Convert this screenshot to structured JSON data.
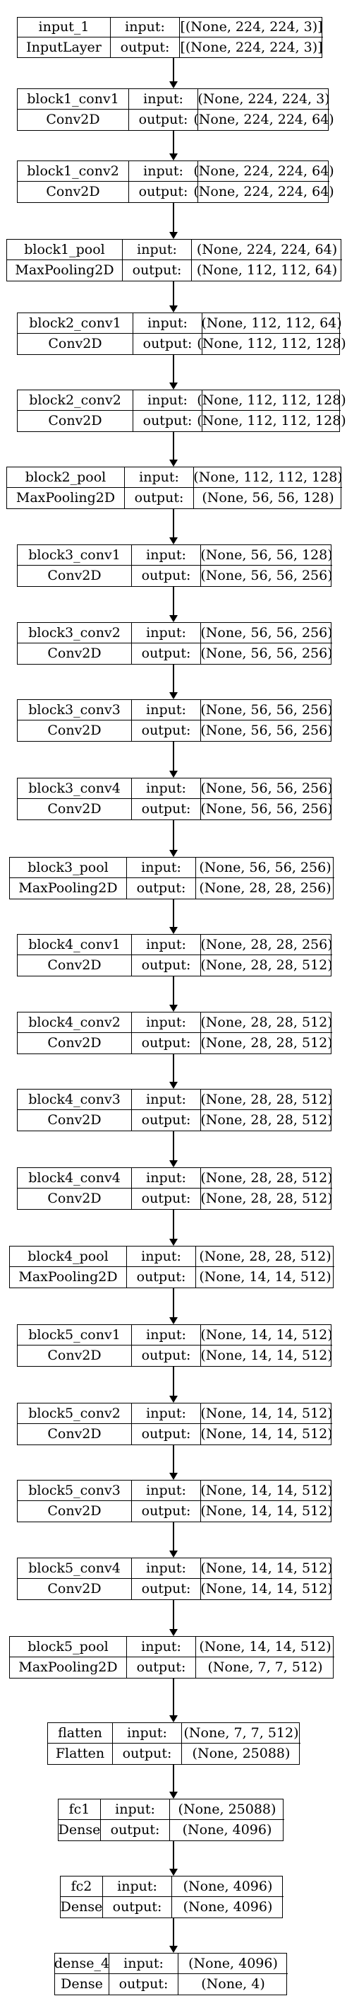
{
  "labels": {
    "input": "input:",
    "output": "output:"
  },
  "layers": [
    {
      "name": "input_1",
      "type": "InputLayer",
      "input": "[(None, 224, 224, 3)]",
      "output": "[(None, 224, 224, 3)]"
    },
    {
      "name": "block1_conv1",
      "type": "Conv2D",
      "input": "(None, 224, 224, 3)",
      "output": "(None, 224, 224, 64)"
    },
    {
      "name": "block1_conv2",
      "type": "Conv2D",
      "input": "(None, 224, 224, 64)",
      "output": "(None, 224, 224, 64)"
    },
    {
      "name": "block1_pool",
      "type": "MaxPooling2D",
      "input": "(None, 224, 224, 64)",
      "output": "(None, 112, 112, 64)"
    },
    {
      "name": "block2_conv1",
      "type": "Conv2D",
      "input": "(None, 112, 112, 64)",
      "output": "(None, 112, 112, 128)"
    },
    {
      "name": "block2_conv2",
      "type": "Conv2D",
      "input": "(None, 112, 112, 128)",
      "output": "(None, 112, 112, 128)"
    },
    {
      "name": "block2_pool",
      "type": "MaxPooling2D",
      "input": "(None, 112, 112, 128)",
      "output": "(None, 56, 56, 128)"
    },
    {
      "name": "block3_conv1",
      "type": "Conv2D",
      "input": "(None, 56, 56, 128)",
      "output": "(None, 56, 56, 256)"
    },
    {
      "name": "block3_conv2",
      "type": "Conv2D",
      "input": "(None, 56, 56, 256)",
      "output": "(None, 56, 56, 256)"
    },
    {
      "name": "block3_conv3",
      "type": "Conv2D",
      "input": "(None, 56, 56, 256)",
      "output": "(None, 56, 56, 256)"
    },
    {
      "name": "block3_conv4",
      "type": "Conv2D",
      "input": "(None, 56, 56, 256)",
      "output": "(None, 56, 56, 256)"
    },
    {
      "name": "block3_pool",
      "type": "MaxPooling2D",
      "input": "(None, 56, 56, 256)",
      "output": "(None, 28, 28, 256)"
    },
    {
      "name": "block4_conv1",
      "type": "Conv2D",
      "input": "(None, 28, 28, 256)",
      "output": "(None, 28, 28, 512)"
    },
    {
      "name": "block4_conv2",
      "type": "Conv2D",
      "input": "(None, 28, 28, 512)",
      "output": "(None, 28, 28, 512)"
    },
    {
      "name": "block4_conv3",
      "type": "Conv2D",
      "input": "(None, 28, 28, 512)",
      "output": "(None, 28, 28, 512)"
    },
    {
      "name": "block4_conv4",
      "type": "Conv2D",
      "input": "(None, 28, 28, 512)",
      "output": "(None, 28, 28, 512)"
    },
    {
      "name": "block4_pool",
      "type": "MaxPooling2D",
      "input": "(None, 28, 28, 512)",
      "output": "(None, 14, 14, 512)"
    },
    {
      "name": "block5_conv1",
      "type": "Conv2D",
      "input": "(None, 14, 14, 512)",
      "output": "(None, 14, 14, 512)"
    },
    {
      "name": "block5_conv2",
      "type": "Conv2D",
      "input": "(None, 14, 14, 512)",
      "output": "(None, 14, 14, 512)"
    },
    {
      "name": "block5_conv3",
      "type": "Conv2D",
      "input": "(None, 14, 14, 512)",
      "output": "(None, 14, 14, 512)"
    },
    {
      "name": "block5_conv4",
      "type": "Conv2D",
      "input": "(None, 14, 14, 512)",
      "output": "(None, 14, 14, 512)"
    },
    {
      "name": "block5_pool",
      "type": "MaxPooling2D",
      "input": "(None, 14, 14, 512)",
      "output": "(None, 7, 7, 512)"
    },
    {
      "name": "flatten",
      "type": "Flatten",
      "input": "(None, 7, 7, 512)",
      "output": "(None, 25088)"
    },
    {
      "name": "fc1",
      "type": "Dense",
      "input": "(None, 25088)",
      "output": "(None, 4096)"
    },
    {
      "name": "fc2",
      "type": "Dense",
      "input": "(None, 4096)",
      "output": "(None, 4096)"
    },
    {
      "name": "dense_4",
      "type": "Dense",
      "input": "(None, 4096)",
      "output": "(None, 4)"
    }
  ]
}
